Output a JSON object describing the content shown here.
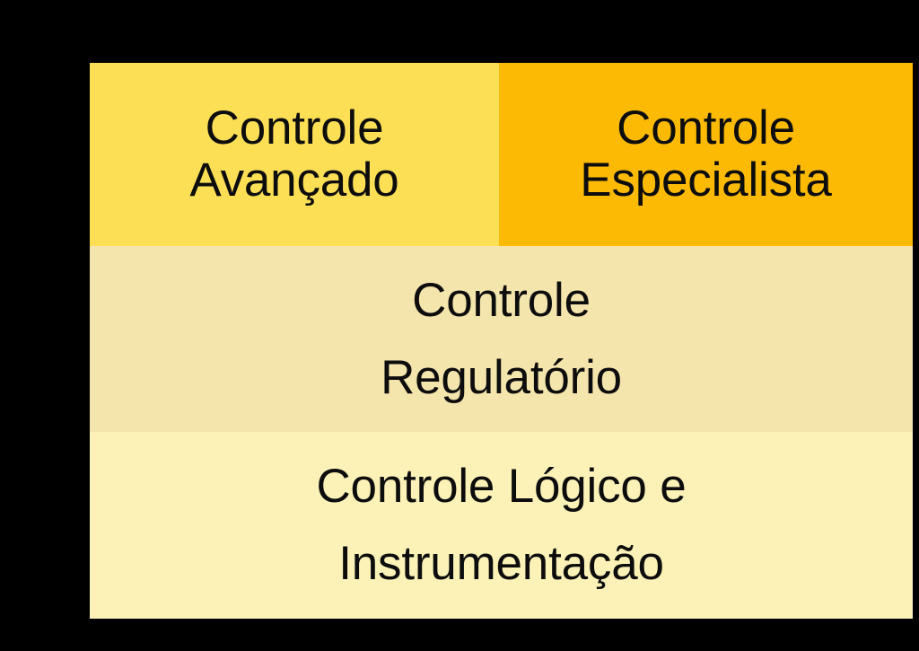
{
  "diagram": {
    "type": "stacked-layer-diagram",
    "background_color": "#000000",
    "rows": [
      {
        "name": "top-row",
        "cells": [
          {
            "name": "controle-avancado",
            "label": "Controle\nAvançado",
            "color": "#FDDF55"
          },
          {
            "name": "controle-especialista",
            "label": "Controle\nEspecialista",
            "color": "#FCBA04"
          }
        ]
      },
      {
        "name": "middle-row",
        "cells": [
          {
            "name": "controle-regulatorio",
            "label": "Controle\nRegulatório",
            "color": "#F4E5AC"
          }
        ]
      },
      {
        "name": "bottom-row",
        "cells": [
          {
            "name": "controle-logico-instrumentacao",
            "label": "Controle Lógico e\nInstrumentação",
            "color": "#FCF2B8"
          }
        ]
      }
    ]
  },
  "labels": {
    "advanced_control": "Controle\nAvançado",
    "specialist_control": "Controle\nEspecialista",
    "regulatory_control": "Controle\nRegulatório",
    "logic_control_instrumentation": "Controle Lógico e\nInstrumentação"
  }
}
